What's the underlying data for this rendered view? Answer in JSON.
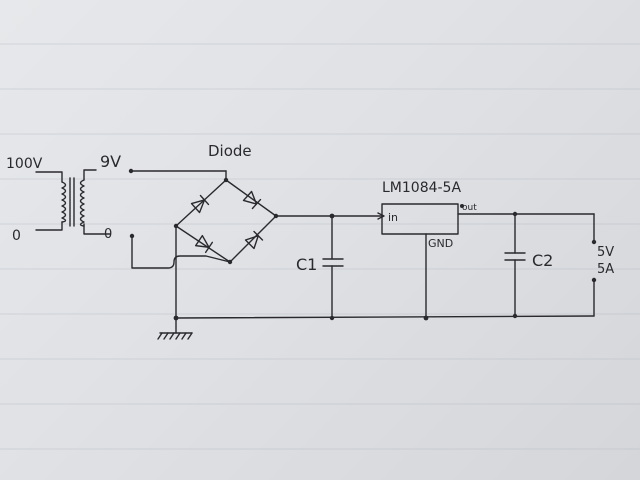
{
  "labels": {
    "input_voltage": "100V",
    "secondary_voltage": "9V",
    "primary_zero": "0",
    "secondary_zero": "0",
    "bridge": "Diode",
    "regulator": "LM1084-5A",
    "reg_in": "in",
    "reg_out": "out",
    "reg_gnd": "GND",
    "cap1": "C1",
    "cap2": "C2",
    "out_voltage": "5V",
    "out_current": "5A"
  },
  "colors": {
    "ink": "#2a2a2e",
    "paper": "#dfe1e5"
  }
}
